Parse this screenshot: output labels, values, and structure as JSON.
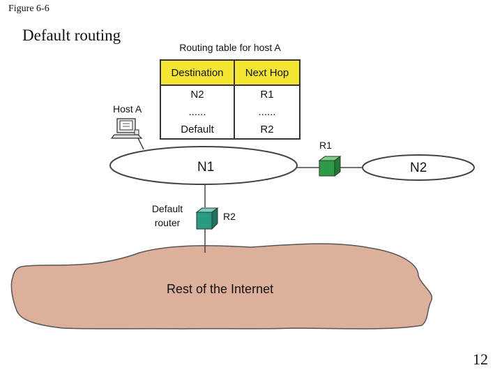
{
  "figure_label": "Figure 6-6",
  "slide_title": "Default routing",
  "page_number": "12",
  "routing_table": {
    "caption": "Routing table for host A",
    "headers": [
      "Destination",
      "Next Hop"
    ],
    "rows": [
      [
        "N2",
        "R1"
      ],
      [
        "......",
        "......"
      ],
      [
        "Default",
        "R2"
      ]
    ],
    "header_color": "#f5e633"
  },
  "diagram": {
    "host_label": "Host A",
    "networks": {
      "n1": "N1",
      "n2": "N2"
    },
    "routers": {
      "r1": "R1",
      "r2": "R2"
    },
    "default_router_label": [
      "Default",
      "router"
    ],
    "internet_label": "Rest of the Internet",
    "colors": {
      "router_r1": "#2f9a46",
      "router_r2": "#2a9a82",
      "internet_fill": "#ddb09c"
    }
  }
}
